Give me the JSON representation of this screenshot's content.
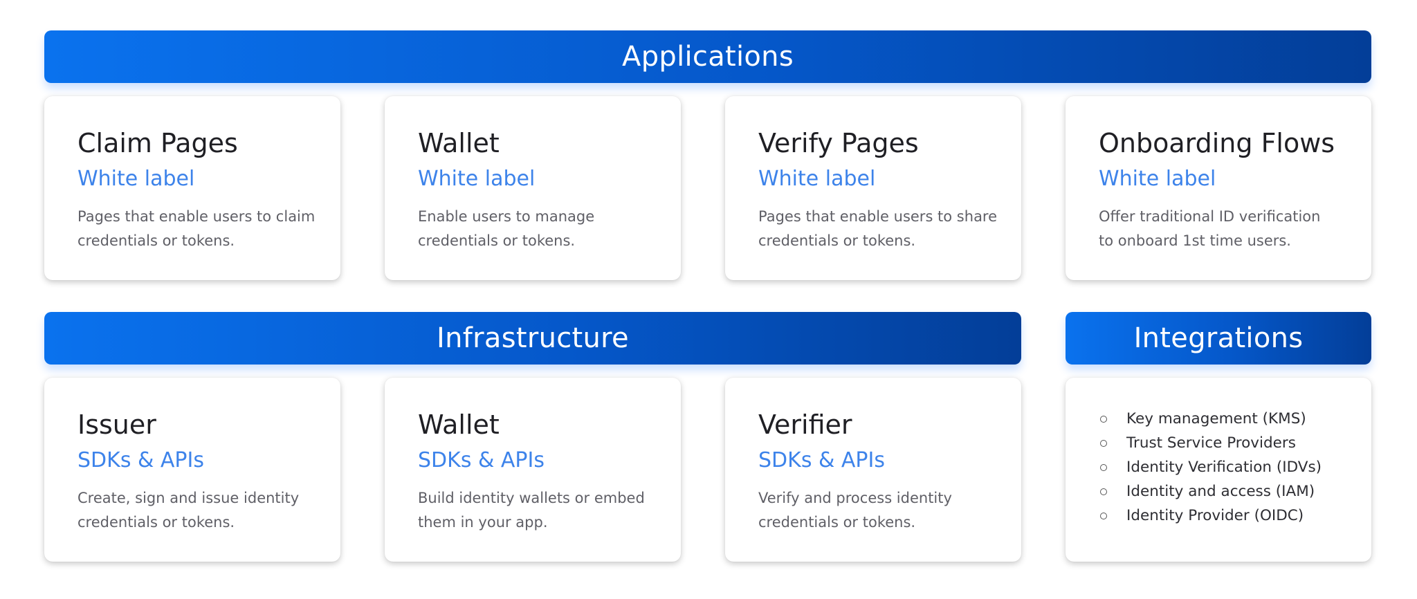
{
  "applications": {
    "header": "Applications",
    "cards": [
      {
        "title": "Claim Pages",
        "subtitle": "White label",
        "description": "Pages that enable users to claim credentials or tokens."
      },
      {
        "title": "Wallet",
        "subtitle": "White label",
        "description": "Enable users to manage credentials or tokens."
      },
      {
        "title": "Verify Pages",
        "subtitle": "White label",
        "description": "Pages that enable users to share credentials or tokens."
      },
      {
        "title": "Onboarding Flows",
        "subtitle": "White label",
        "description": "Offer traditional ID verification to onboard 1st time users."
      }
    ]
  },
  "infrastructure": {
    "header": "Infrastructure",
    "cards": [
      {
        "title": "Issuer",
        "subtitle": "SDKs & APIs",
        "description": "Create, sign and issue identity credentials or tokens."
      },
      {
        "title": "Wallet",
        "subtitle": "SDKs & APIs",
        "description": "Build identity wallets or embed them in your app."
      },
      {
        "title": "Verifier",
        "subtitle": "SDKs & APIs",
        "description": "Verify and process identity credentials or tokens."
      }
    ]
  },
  "integrations": {
    "header": "Integrations",
    "items": [
      "Key management (KMS)",
      "Trust Service Providers",
      "Identity Verification (IDVs)",
      "Identity and access (IAM)",
      "Identity Provider (OIDC)"
    ]
  }
}
